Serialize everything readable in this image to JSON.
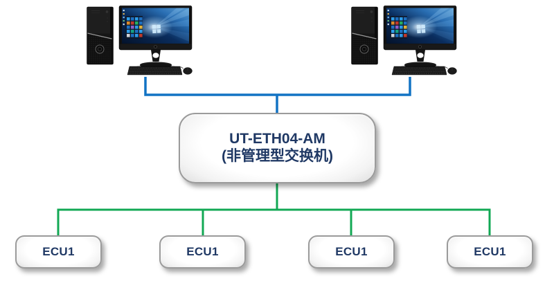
{
  "theme": {
    "link-blue": "#1273c4",
    "link-green": "#12a854",
    "node-text": "#1f3864",
    "node-border": "#9b9b9b"
  },
  "nodes": {
    "switch": {
      "model": "UT-ETH04-AM",
      "subtitle": "(非管理型交换机)"
    },
    "ecus": [
      {
        "label": "ECU1"
      },
      {
        "label": "ECU1"
      },
      {
        "label": "ECU1"
      },
      {
        "label": "ECU1"
      }
    ]
  },
  "icons": {
    "workstation_left": "desktop-pc-icon",
    "workstation_right": "desktop-pc-icon"
  }
}
